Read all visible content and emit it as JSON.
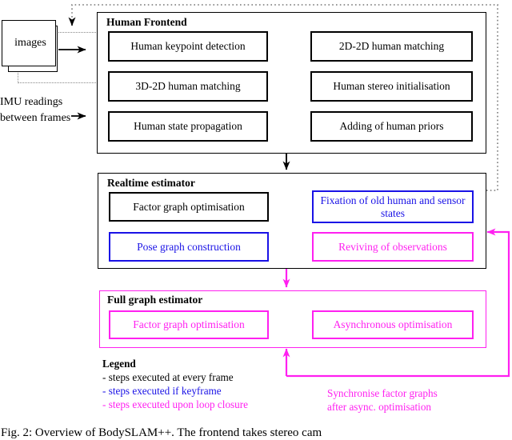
{
  "figure": {
    "caption": "Fig. 2: Overview of BodySLAM++. The frontend takes stereo cam"
  },
  "inputs": {
    "images_label": "images",
    "imu_line1": "IMU readings",
    "imu_line2": "between frames"
  },
  "human_frontend": {
    "title": "Human Frontend",
    "blocks": [
      {
        "label": "Human keypoint detection",
        "style": "black"
      },
      {
        "label": "3D-2D human matching",
        "style": "black"
      },
      {
        "label": "Human state propagation",
        "style": "black"
      },
      {
        "label": "2D-2D human matching",
        "style": "black"
      },
      {
        "label": "Human stereo initialisation",
        "style": "black"
      },
      {
        "label": "Adding of human priors",
        "style": "black"
      }
    ]
  },
  "realtime_estimator": {
    "title": "Realtime estimator",
    "blocks": [
      {
        "label": "Factor graph optimisation",
        "style": "black"
      },
      {
        "label": "Pose graph construction",
        "style": "blue"
      },
      {
        "label": "Fixation of old human and sensor states",
        "style": "blue"
      },
      {
        "label": "Reviving of observations",
        "style": "magenta"
      }
    ]
  },
  "full_graph_estimator": {
    "title": "Full graph estimator",
    "blocks": [
      {
        "label": "Factor graph optimisation",
        "style": "magenta"
      },
      {
        "label": "Asynchronous optimisation",
        "style": "magenta"
      }
    ]
  },
  "legend": {
    "title": "Legend",
    "item_every_frame": "- steps executed at every frame",
    "item_keyframe": "- steps executed if keyframe",
    "item_loop_closure": "- steps executed upon loop closure"
  },
  "annotations": {
    "sync_line1": "Synchronise factor graphs",
    "sync_line2": "after async. optimisation"
  },
  "colors": {
    "black": "#000000",
    "blue": "#1a12e6",
    "magenta": "#ff20f0",
    "dotted_gray": "#888888"
  }
}
